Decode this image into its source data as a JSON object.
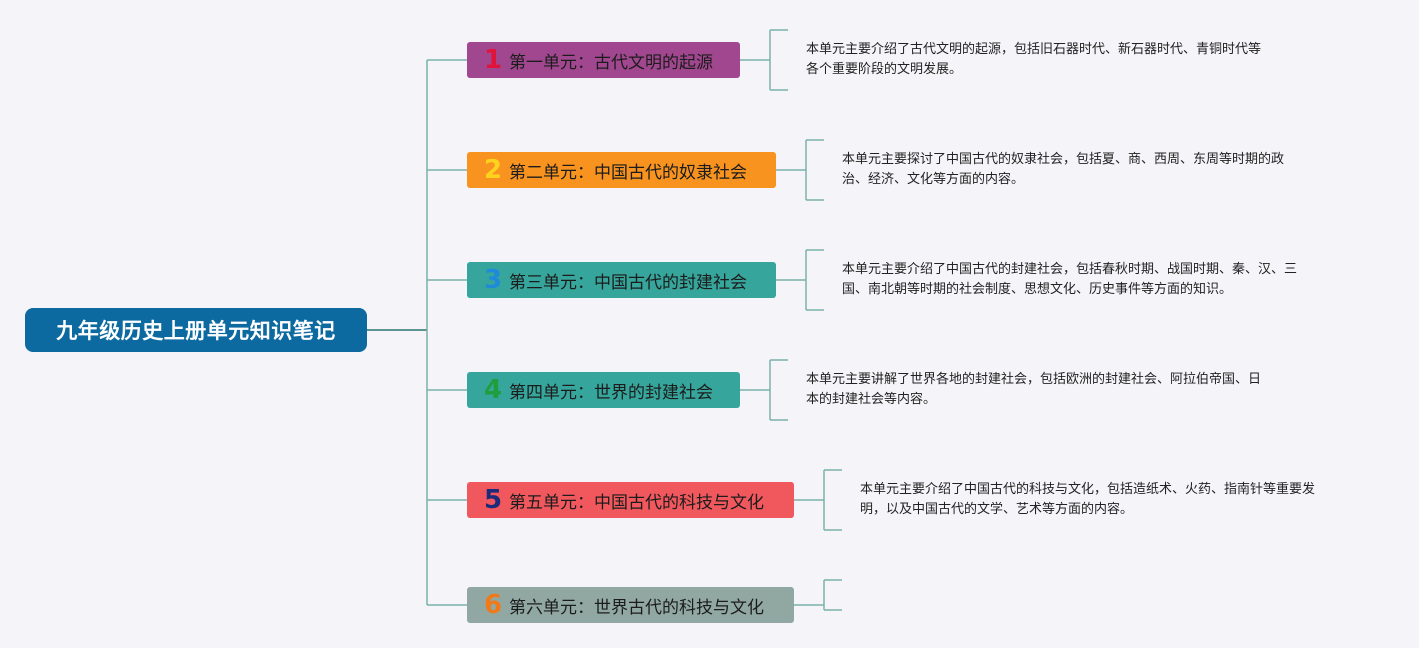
{
  "root": {
    "title": "九年级历史上册单元知识笔记"
  },
  "units": [
    {
      "number": "1",
      "title": "第一单元：古代文明的起源",
      "bg": "#a1478f",
      "num_color": "#e0143b",
      "desc": [
        "本单元主要介绍了古代文明的起源，包括旧石器时代、新石器时代、青铜时代等",
        "各个重要阶段的文明发展。"
      ]
    },
    {
      "number": "2",
      "title": "第二单元：中国古代的奴隶社会",
      "bg": "#f7931e",
      "num_color": "#ffd21f",
      "desc": [
        "本单元主要探讨了中国古代的奴隶社会，包括夏、商、西周、东周等时期的政",
        "治、经济、文化等方面的内容。"
      ]
    },
    {
      "number": "3",
      "title": "第三单元：中国古代的封建社会",
      "bg": "#36a59b",
      "num_color": "#1f8ad9",
      "desc": [
        "本单元主要介绍了中国古代的封建社会，包括春秋时期、战国时期、秦、汉、三",
        "国、南北朝等时期的社会制度、思想文化、历史事件等方面的知识。"
      ]
    },
    {
      "number": "4",
      "title": "第四单元：世界的封建社会",
      "bg": "#36a59b",
      "num_color": "#1e9e3c",
      "desc": [
        "本单元主要讲解了世界各地的封建社会，包括欧洲的封建社会、阿拉伯帝国、日",
        "本的封建社会等内容。"
      ]
    },
    {
      "number": "5",
      "title": "第五单元：中国古代的科技与文化",
      "bg": "#f0585e",
      "num_color": "#1b2a7a",
      "desc": [
        "本单元主要介绍了中国古代的科技与文化，包括造纸术、火药、指南针等重要发",
        "明，以及中国古代的文学、艺术等方面的内容。"
      ]
    },
    {
      "number": "6",
      "title": "第六单元：世界古代的科技与文化",
      "bg": "#91a8a2",
      "num_color": "#f07a1a",
      "desc": []
    }
  ],
  "colors": {
    "connector": "#7bb1ab",
    "root_connector": "#2a7470"
  }
}
